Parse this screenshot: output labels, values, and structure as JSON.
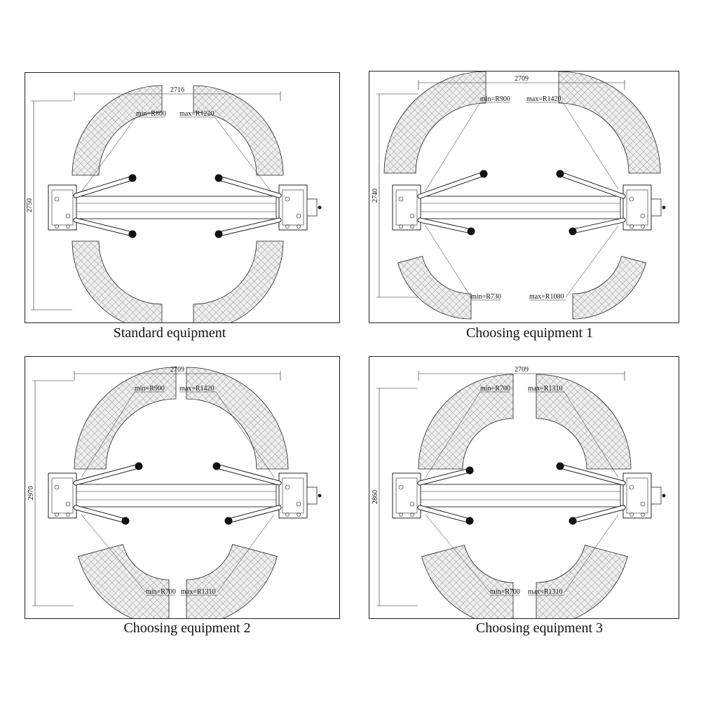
{
  "panels": [
    {
      "caption": "Standard equipment",
      "width_dim": "2716",
      "height_dim": "2750",
      "top_min": "min=R800",
      "top_max": "max=R1220",
      "bottom_min": "",
      "bottom_max": ""
    },
    {
      "caption": "Choosing equipment 1",
      "width_dim": "2709",
      "height_dim": "2740",
      "top_min": "min=R900",
      "top_max": "max=R1420",
      "bottom_min": "min=R730",
      "bottom_max": "max=R1080"
    },
    {
      "caption": "Choosing equipment 2",
      "width_dim": "2709",
      "height_dim": "2970",
      "top_min": "min=R900",
      "top_max": "max=R1420",
      "bottom_min": "min=R700",
      "bottom_max": "max=R1310"
    },
    {
      "caption": "Choosing equipment 3",
      "width_dim": "2709",
      "height_dim": "2860",
      "top_min": "min=R700",
      "top_max": "max=R1310",
      "bottom_min": "min=R700",
      "bottom_max": "max=R1310"
    }
  ],
  "colors": {
    "line": "#222222",
    "hatch": "#777777",
    "fill": "#eeeeee"
  }
}
